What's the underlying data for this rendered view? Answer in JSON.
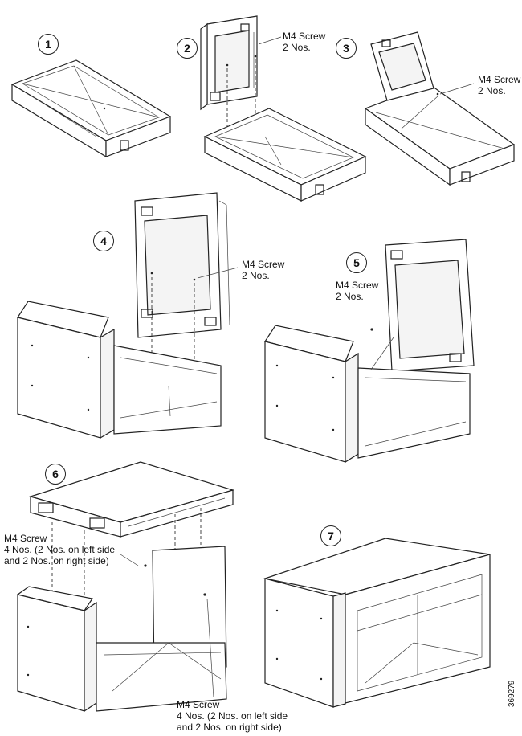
{
  "steps": [
    {
      "number": "1"
    },
    {
      "number": "2",
      "callout": "M4 Screw\n2 Nos."
    },
    {
      "number": "3",
      "callout": "M4 Screw\n2 Nos."
    },
    {
      "number": "4",
      "callout": "M4 Screw\n2 Nos."
    },
    {
      "number": "5",
      "callout": "M4 Screw\n2 Nos."
    },
    {
      "number": "6",
      "callout_left": "M4 Screw\n4 Nos. (2 Nos. on left side\nand 2 Nos. on right side)",
      "callout_bottom": "M4 Screw\n4 Nos. (2 Nos. on left side\nand 2 Nos. on right side)"
    },
    {
      "number": "7"
    }
  ],
  "figure_id": "369279"
}
